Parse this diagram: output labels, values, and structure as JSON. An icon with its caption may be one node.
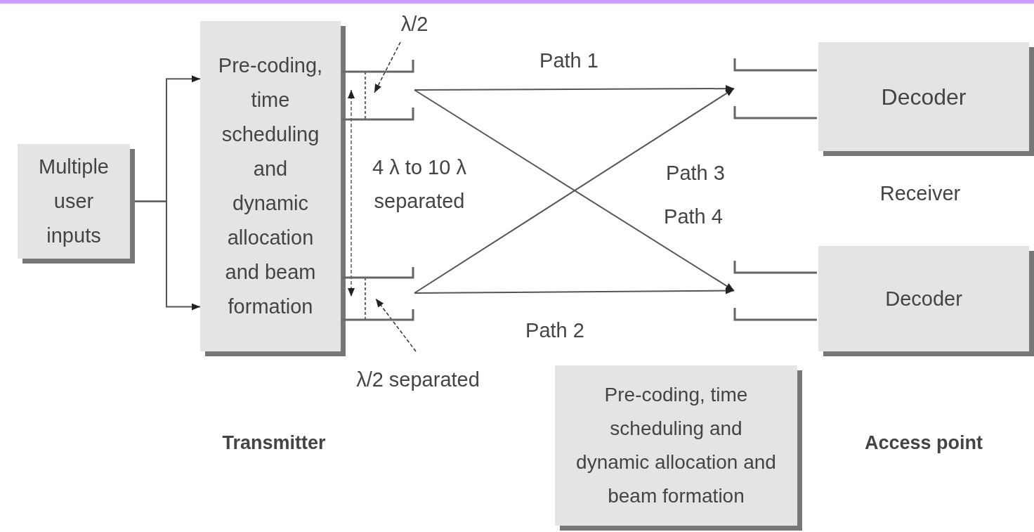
{
  "diagram": {
    "nodes": [
      {
        "text": [
          "Multiple user inputs"
        ]
      },
      {
        "text": [
          "Pre-coding, time scheduling and dynamic allocation and beam formation"
        ]
      },
      {
        "text": [],
        "shape": "antenna"
      },
      {
        "text": [],
        "shape": "antenna"
      },
      {
        "text": [],
        "shape": "antenna"
      },
      {
        "text": [],
        "shape": "antenna"
      },
      {
        "text": [
          "Decoder"
        ]
      },
      {
        "text": [
          "Decoder"
        ]
      },
      {
        "text": [
          "Pre-coding, time scheduling and dynamic allocation and beam formation"
        ]
      }
    ],
    "edges": [
      {
        "from": 0,
        "to": 1,
        "arrow": "to"
      },
      {
        "from": 0,
        "to": 1,
        "arrow": "to"
      },
      {
        "from": 2,
        "to": 4,
        "arrow": "to"
      },
      {
        "from": 2,
        "to": 5,
        "arrow": "to"
      },
      {
        "from": 3,
        "to": 4,
        "arrow": "to"
      },
      {
        "from": 3,
        "to": 5,
        "arrow": "to"
      },
      {
        "from": 2,
        "to": 3,
        "arrow": "both",
        "style": "dashed"
      }
    ],
    "labels": [
      "λ/2",
      "Path 1",
      "4 λ to 10 λ separated",
      "Path 3",
      "Receiver",
      "Path 4",
      "Path 2",
      "λ/2 separated",
      "Transmitter",
      "Access point"
    ]
  }
}
